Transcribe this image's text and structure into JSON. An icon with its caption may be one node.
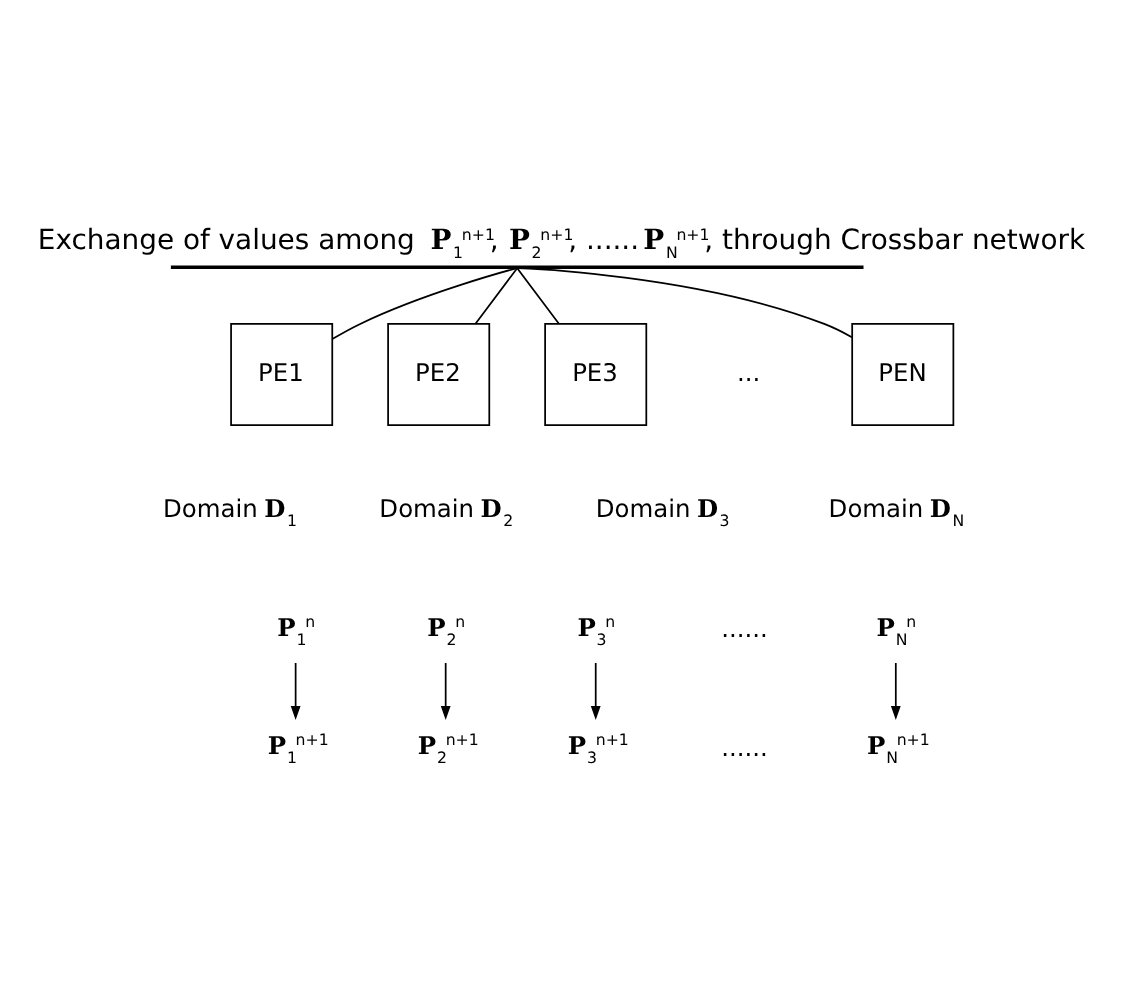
{
  "diagram": {
    "title": "Exchange of values among **P**$_{1}$$^{n+1}$, **P**$_{2}$$^{n+1}$, ......**P**$_{N}$$^{n+1}$, through Crossbar network",
    "nodes": [
      {
        "text": [],
        "shape": "bar"
      },
      {
        "text": [
          "PE1"
        ],
        "beside": [
          "Domain **D**$_{1}$"
        ]
      },
      {
        "text": [
          "PE2"
        ],
        "beside": [
          "Domain **D**$_{2}$"
        ]
      },
      {
        "text": [
          "PE3"
        ],
        "beside": [
          "Domain **D**$_{3}$"
        ]
      },
      {
        "text": [
          "PEN"
        ],
        "beside": [
          "Domain **D**$_{N}$"
        ]
      },
      {
        "text": [
          "**P**$_{1}$$^{n}$"
        ]
      },
      {
        "text": [
          "**P**$_{2}$$^{n}$"
        ]
      },
      {
        "text": [
          "**P**$_{3}$$^{n}$"
        ]
      },
      {
        "text": [
          "**P**$_{N}$$^{n}$"
        ]
      },
      {
        "text": [
          "**P**$_{1}$$^{n+1}$"
        ]
      },
      {
        "text": [
          "**P**$_{2}$$^{n+1}$"
        ]
      },
      {
        "text": [
          "**P**$_{3}$$^{n+1}$"
        ]
      },
      {
        "text": [
          "**P**$_{N}$$^{n+1}$"
        ]
      }
    ],
    "edges": [
      {
        "from": 0,
        "to": 1,
        "arrow": "none"
      },
      {
        "from": 0,
        "to": 2,
        "arrow": "none"
      },
      {
        "from": 0,
        "to": 3,
        "arrow": "none"
      },
      {
        "from": 0,
        "to": 4,
        "arrow": "none"
      },
      {
        "from": 5,
        "to": 9,
        "arrow": "to"
      },
      {
        "from": 6,
        "to": 10,
        "arrow": "to"
      },
      {
        "from": 7,
        "to": 11,
        "arrow": "to"
      },
      {
        "from": 8,
        "to": 12,
        "arrow": "to"
      }
    ],
    "labels": [
      "...",
      "......",
      "......"
    ]
  }
}
